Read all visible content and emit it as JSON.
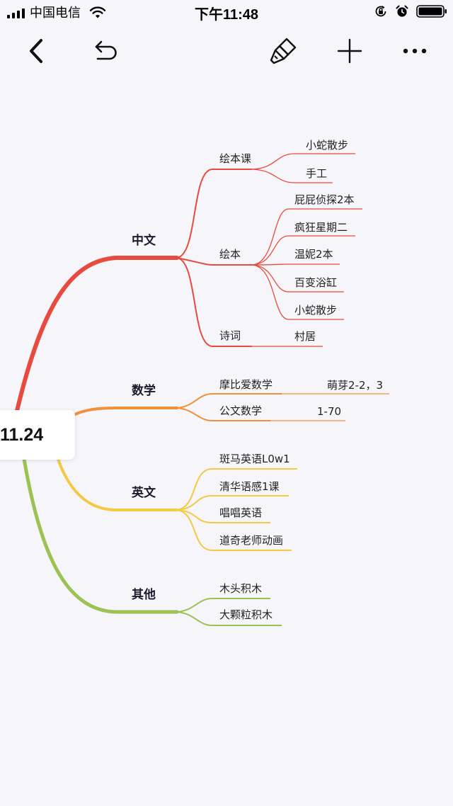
{
  "status_bar": {
    "carrier": "中国电信",
    "time": "下午11:48"
  },
  "toolbar": {
    "icons": [
      "back-icon",
      "undo-icon",
      "paint-brush-icon",
      "add-icon",
      "more-icon"
    ]
  },
  "colors": {
    "background": "#f6f5fa",
    "chinese_branch": "#e84a3f",
    "math_branch": "#f0913a",
    "english_branch": "#f5c842",
    "other_branch": "#9cc254"
  },
  "mindmap": {
    "root": "11.24",
    "branches": [
      {
        "label": "中文",
        "children": [
          {
            "label": "绘本课",
            "children": [
              "小蛇散步",
              "手工"
            ]
          },
          {
            "label": "绘本",
            "children": [
              "屁屁侦探2本",
              "疯狂星期二",
              "温妮2本",
              "百变浴缸",
              "小蛇散步"
            ]
          },
          {
            "label": "诗词",
            "children": [
              "村居"
            ]
          }
        ]
      },
      {
        "label": "数学",
        "children": [
          {
            "label": "摩比爱数学",
            "children": [
              "萌芽2-2，3"
            ]
          },
          {
            "label": "公文数学",
            "children": [
              "1-70"
            ]
          }
        ]
      },
      {
        "label": "英文",
        "children": [
          {
            "label": "斑马英语L0w1",
            "children": []
          },
          {
            "label": "清华语感1课",
            "children": []
          },
          {
            "label": "唱唱英语",
            "children": []
          },
          {
            "label": "道奇老师动画",
            "children": []
          }
        ]
      },
      {
        "label": "其他",
        "children": [
          {
            "label": "木头积木",
            "children": []
          },
          {
            "label": "大颗粒积木",
            "children": []
          }
        ]
      }
    ]
  }
}
